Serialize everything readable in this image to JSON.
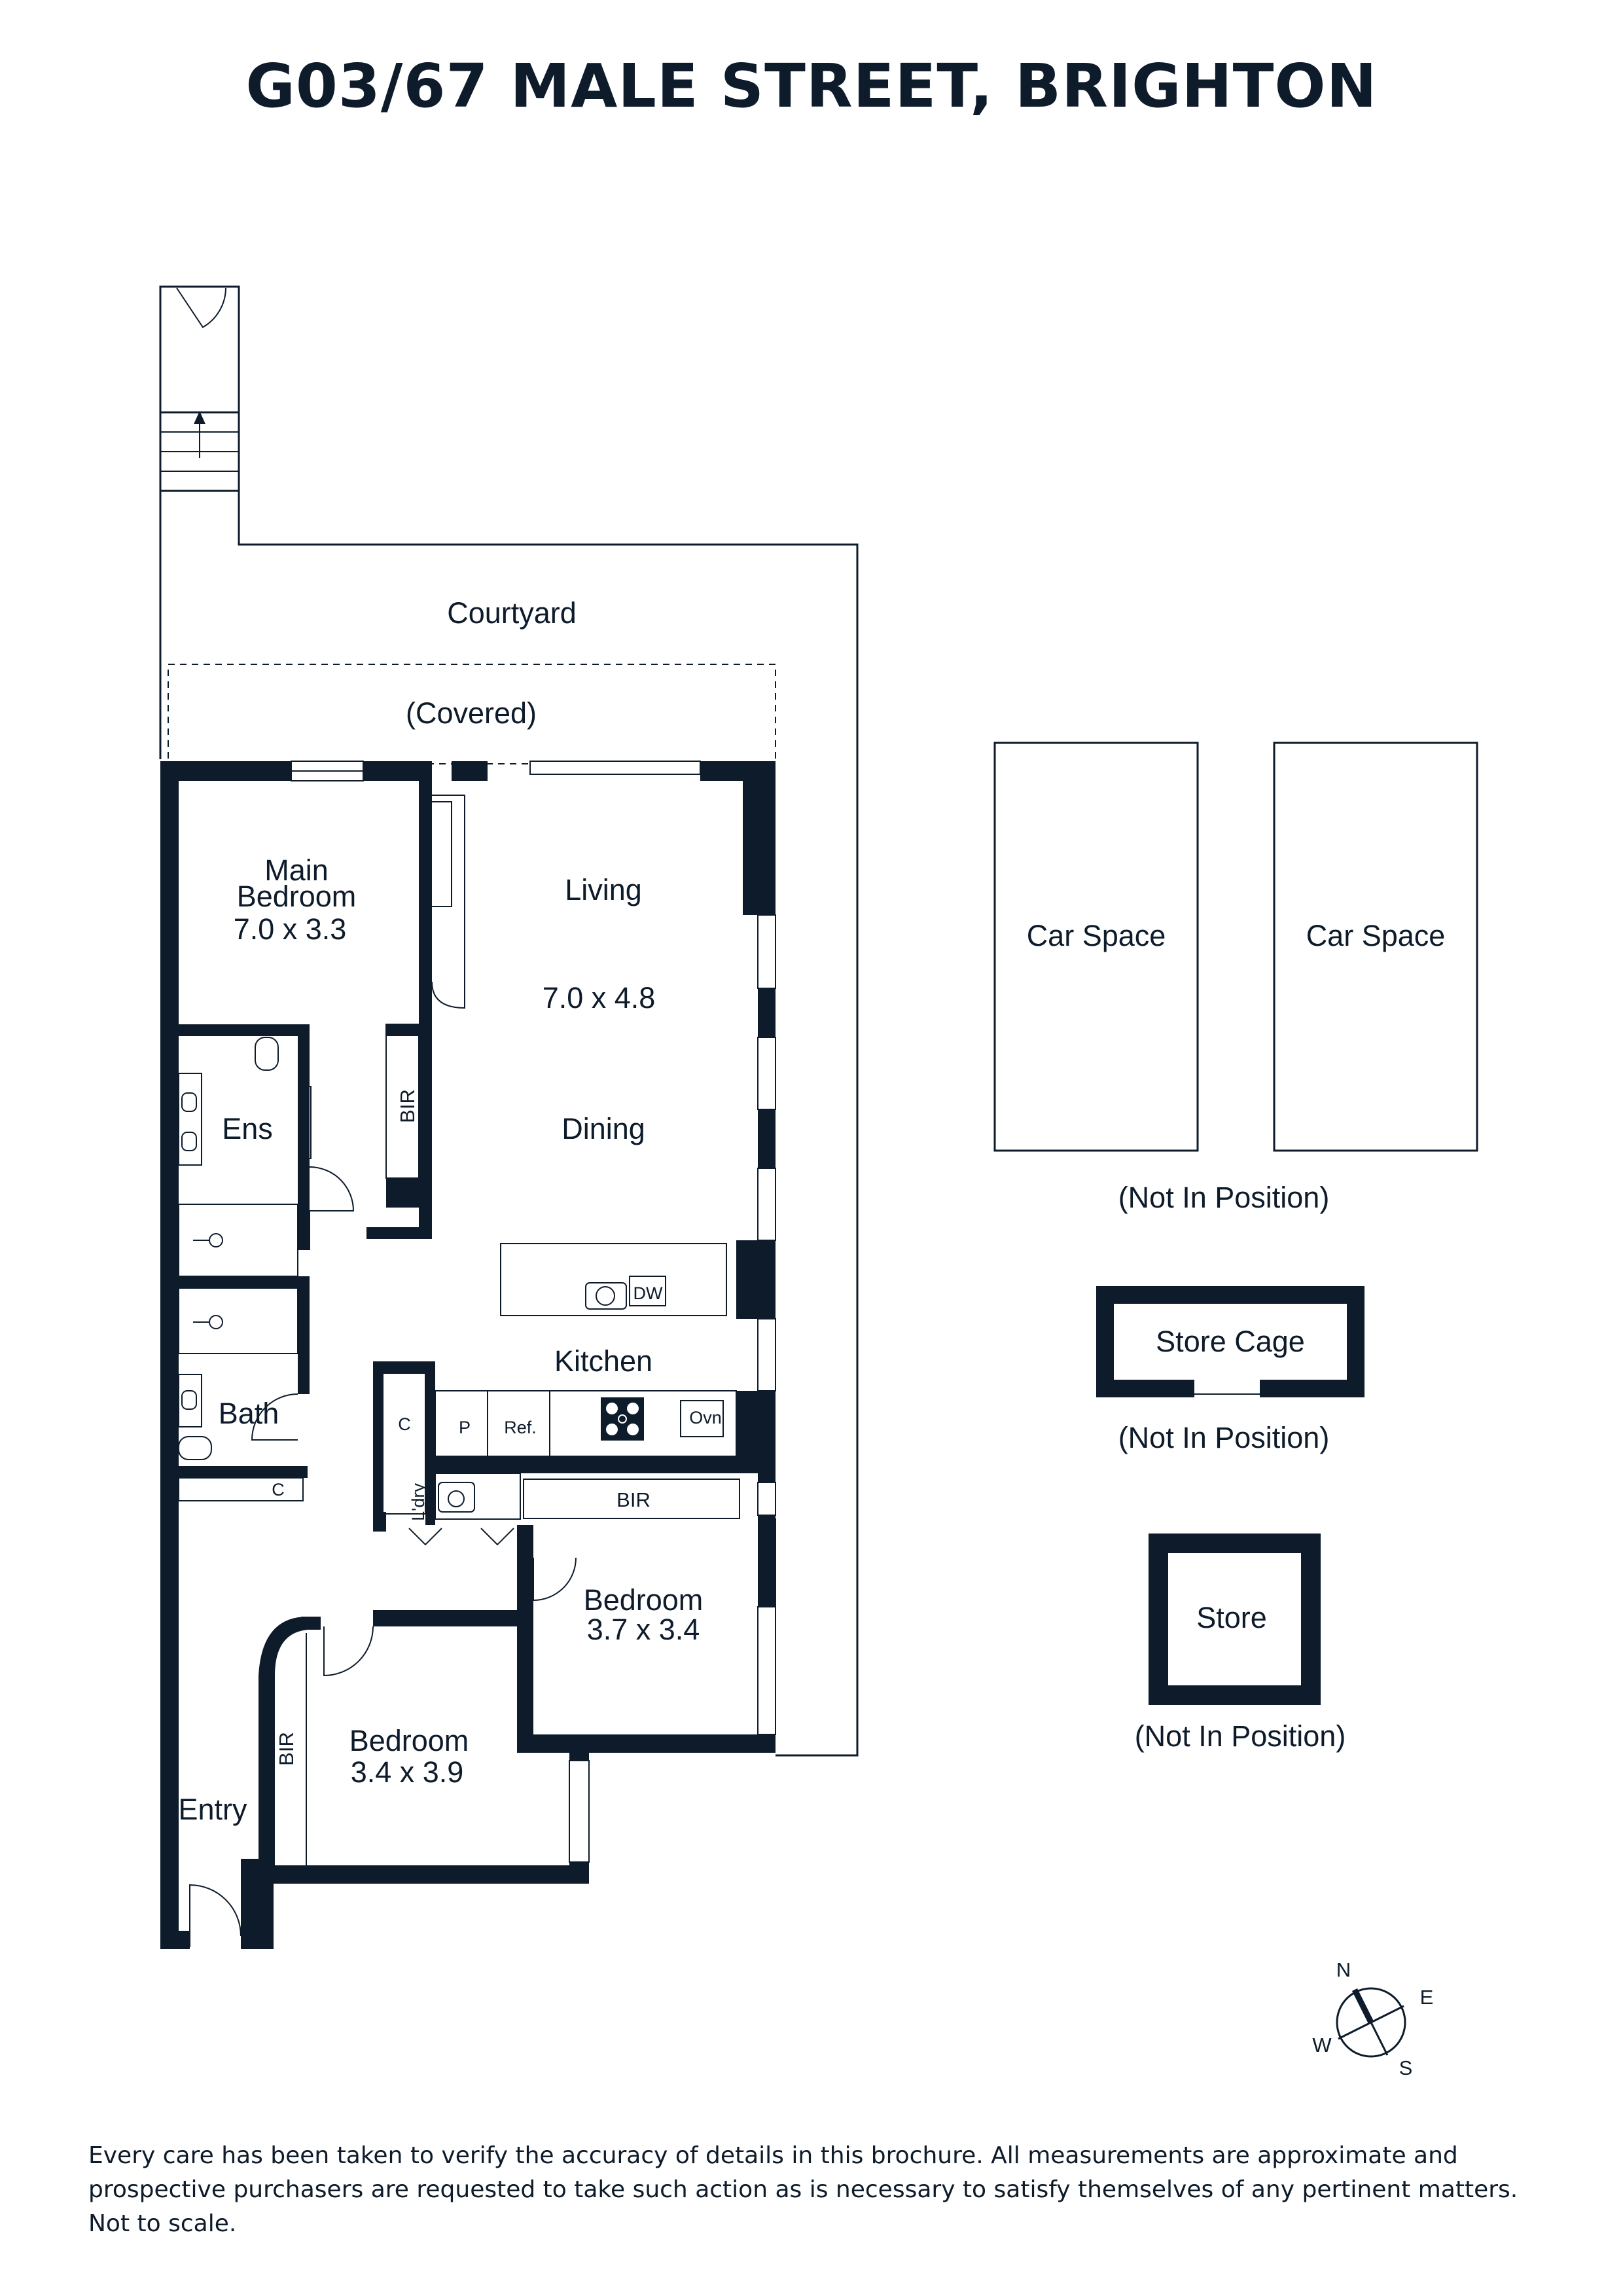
{
  "title": "G03/67 MALE STREET, BRIGHTON",
  "plan": {
    "courtyard": "Courtyard",
    "covered": "(Covered)",
    "main_bedroom": {
      "name": "Main\nBedroom",
      "name_line1": "Main",
      "name_line2": "Bedroom",
      "size": "7.0 x 3.3"
    },
    "living": "Living",
    "living_size": "7.0 x 4.8",
    "dining": "Dining",
    "ensuite": "Ens",
    "bir": "BIR",
    "dishwasher": "DW",
    "kitchen": "Kitchen",
    "bath": "Bath",
    "cupboard": "C",
    "pantry": "P",
    "fridge": "Ref.",
    "oven": "Ovn",
    "laundry": "L'dry",
    "bedroom2": {
      "name": "Bedroom",
      "size": "3.7 x 3.4"
    },
    "bedroom3": {
      "name": "Bedroom",
      "size": "3.4 x 3.9"
    },
    "entry": "Entry"
  },
  "external": {
    "car_space_1": "Car Space",
    "car_space_2": "Car Space",
    "car_not_in_position": "(Not In Position)",
    "store_cage": "Store Cage",
    "store_cage_not_in_position": "(Not In Position)",
    "store": "Store",
    "store_not_in_position": "(Not In Position)"
  },
  "compass": {
    "n": "N",
    "e": "E",
    "s": "S",
    "w": "W"
  },
  "disclaimer": "Every care has been taken to verify the accuracy of details in this brochure. All measurements are approximate and prospective purchasers are requested to take such action as is necessary to satisfy themselves of any pertinent matters. Not to scale.",
  "colors": {
    "ink": "#0d1b2a",
    "background": "#ffffff"
  }
}
